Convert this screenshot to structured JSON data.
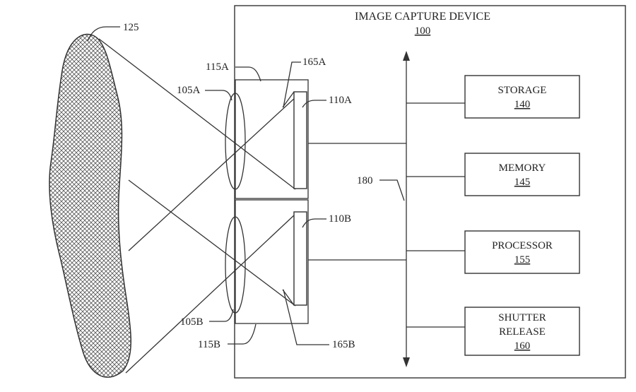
{
  "device": {
    "title": "IMAGE CAPTURE DEVICE",
    "ref": "100"
  },
  "components": {
    "storage": {
      "label": "STORAGE",
      "ref": "140"
    },
    "memory": {
      "label": "MEMORY",
      "ref": "145"
    },
    "processor": {
      "label": "PROCESSOR",
      "ref": "155"
    },
    "shutter": {
      "label_line1": "SHUTTER",
      "label_line2": "RELEASE",
      "ref": "160"
    }
  },
  "callouts": {
    "object": "125",
    "lens_a": "105A",
    "lens_b": "105B",
    "housing_a": "115A",
    "housing_b": "115B",
    "sensor_a": "110A",
    "sensor_b": "110B",
    "field_a": "165A",
    "field_b": "165B",
    "bus": "180"
  }
}
